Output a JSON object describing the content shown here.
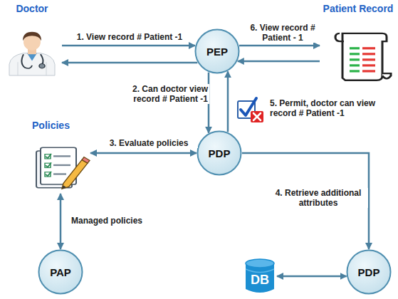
{
  "diagram": {
    "nodes": [
      {
        "text": [
          "Doctor"
        ]
      },
      {
        "text": [
          "PEP"
        ]
      },
      {
        "text": [
          "Patient Record"
        ]
      },
      {
        "text": [
          "Policies"
        ]
      },
      {
        "text": [
          "PDP"
        ]
      },
      {
        "text": [
          "PAP"
        ]
      },
      {
        "text": [
          "DB"
        ]
      },
      {
        "text": [
          "PDP"
        ]
      }
    ],
    "edges": [
      {
        "from": 0,
        "to": 1,
        "label": "1. View record # Patient -1",
        "arrow": "to"
      },
      {
        "from": 1,
        "to": 0,
        "arrow": "to"
      },
      {
        "from": 1,
        "to": 2,
        "label": "6. View record # Patient - 1",
        "arrow": "to"
      },
      {
        "from": 2,
        "to": 1,
        "arrow": "to"
      },
      {
        "from": 1,
        "to": 4,
        "label": "2. Can doctor view record # Patient -1",
        "arrow": "to"
      },
      {
        "from": 4,
        "to": 1,
        "label": "5. Permit, doctor can view record # Patient -1",
        "arrow": "to"
      },
      {
        "from": 3,
        "to": 4,
        "label": "3. Evaluate policies",
        "arrow": "both"
      },
      {
        "from": 4,
        "to": 7,
        "label": "4. Retrieve additional attributes",
        "arrow": "to"
      },
      {
        "from": 3,
        "to": 5,
        "label": "Managed policies",
        "arrow": "both"
      },
      {
        "from": 6,
        "to": 7,
        "arrow": "both"
      }
    ]
  }
}
